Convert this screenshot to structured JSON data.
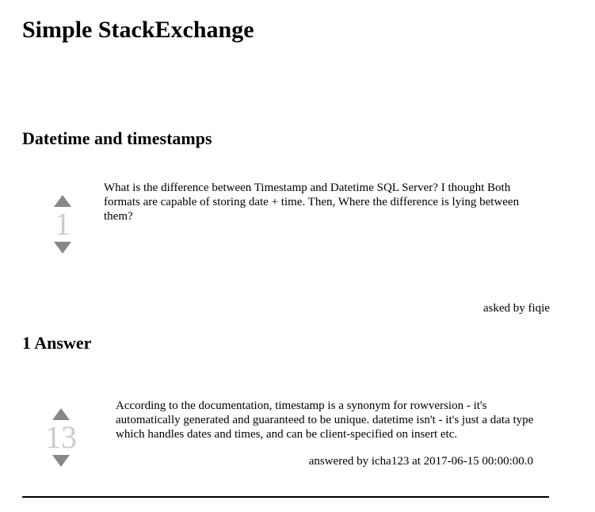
{
  "header": {
    "site_title": "Simple StackExchange"
  },
  "question": {
    "title": "Datetime and timestamps",
    "votes": "1",
    "body": "What is the difference between Timestamp and Datetime SQL Server? I thought Both formats are capable of storing date + time. Then, Where the difference is lying between them?",
    "asked_by": "asked by fiqie",
    "upvote_icon": "triangle-up",
    "downvote_icon": "triangle-down"
  },
  "answers": {
    "heading": "1 Answer",
    "items": [
      {
        "votes": "13",
        "body": "According to the documentation, timestamp is a synonym for rowversion - it's automatically generated and guaranteed to be unique. datetime isn't - it's just a data type which handles dates and times, and can be client-specified on insert etc.",
        "answered_by": "answered by icha123 at 2017-06-15 00:00:00.0"
      }
    ]
  },
  "colors": {
    "arrow": "#888888",
    "vote_count": "#cccccc",
    "text": "#000000",
    "divider": "#000000"
  }
}
